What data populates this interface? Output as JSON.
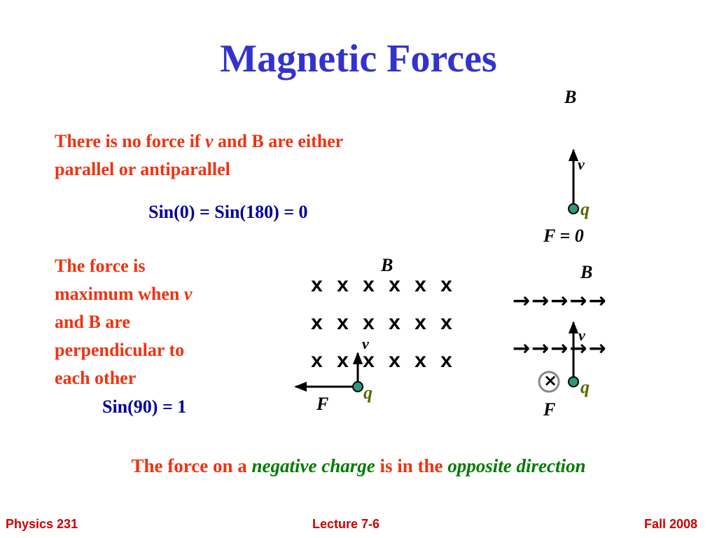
{
  "slide": {
    "title": "Magnetic Forces",
    "statement1": {
      "part1": "There is no force if ",
      "v": "v",
      "part2": " and B are either",
      "line2": "parallel or antiparallel"
    },
    "sin_zero": "Sin(0) = Sin(180) = 0",
    "statement2": {
      "line1": "The force is",
      "line2_part1": "maximum when ",
      "v": "v",
      "line3": "and B are",
      "line4": "perpendicular to",
      "line5": "each other"
    },
    "sin_ninety": "Sin(90) = 1",
    "bottom_note": {
      "part1": "The force on a ",
      "neg": "negative charge",
      "part2": " is in the ",
      "opp": "opposite direction"
    }
  },
  "diagram1": {
    "b": "B",
    "v": "v",
    "q": "q",
    "f": "F = 0"
  },
  "diagram2": {
    "b": "B",
    "v": "v",
    "q": "q",
    "f": "F",
    "rows": [
      [
        "x",
        "x",
        "x",
        "x",
        "x",
        "x"
      ],
      [
        "x",
        "x",
        "x",
        "x",
        "x",
        "x"
      ],
      [
        "x",
        "x",
        "x",
        "x",
        "x",
        "x"
      ]
    ]
  },
  "diagram3": {
    "b": "B",
    "v": "v",
    "q": "q",
    "f": "F",
    "cross": "×",
    "arrow": "→",
    "arrow_rows": [
      [
        "→",
        "→",
        "→",
        "→",
        "→"
      ],
      [
        "→",
        "→",
        "→",
        "→",
        "→"
      ]
    ]
  },
  "footer": {
    "left": "Physics 231",
    "center": "Lecture 7-6",
    "right": "Fall 2008"
  },
  "colors": {
    "title": "#3333cc",
    "red": "#ee3311",
    "blue": "#000099",
    "green": "#007a00",
    "charge": "#2a9a7a",
    "footer": "#cc0000"
  }
}
